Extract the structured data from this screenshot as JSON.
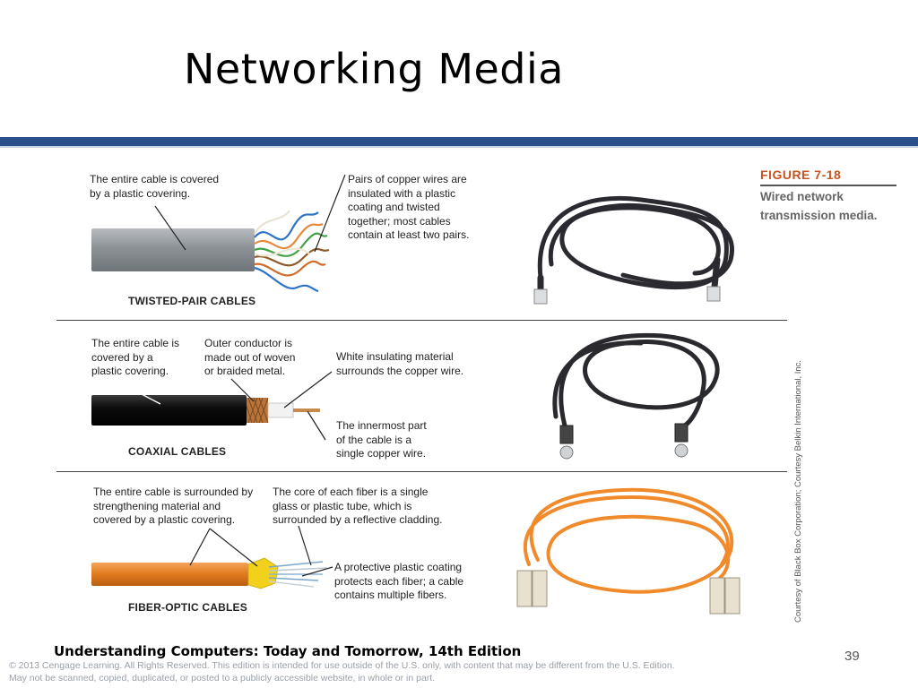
{
  "slide": {
    "title": "Networking Media",
    "page_number": "39",
    "footer_title": "Understanding Computers: Today and Tomorrow, 14th Edition",
    "copyright_line1": "© 2013 Cengage Learning. All Rights Reserved. This edition is intended for use outside of the U.S. only, with content that may be different from the U.S. Edition.",
    "copyright_line2": "May not be scanned, copied, duplicated, or posted to a publicly accessible website, in whole or in part."
  },
  "figure": {
    "number": "FIGURE 7-18",
    "caption_line1": "Wired network",
    "caption_line2": "transmission media.",
    "credit": "Courtesy of Black Box Corporation; Courtesy Belkin International, Inc."
  },
  "twisted_pair": {
    "caption": "TWISTED-PAIR CABLES",
    "label_covering": [
      "The entire cable is covered",
      "by a plastic covering."
    ],
    "label_pairs": [
      "Pairs of copper wires are",
      "insulated with a plastic",
      "coating and twisted",
      "together; most cables",
      "contain at least two pairs."
    ]
  },
  "coaxial": {
    "caption": "COAXIAL CABLES",
    "label_covering": [
      "The entire cable is",
      "covered by a",
      "plastic covering."
    ],
    "label_outer": [
      "Outer conductor is",
      "made out of woven",
      "or braided metal."
    ],
    "label_insulating": [
      "White insulating material",
      "surrounds the copper wire."
    ],
    "label_innermost": [
      "The innermost part",
      "of the cable is a",
      "single copper wire."
    ]
  },
  "fiber": {
    "caption": "FIBER-OPTIC CABLES",
    "label_surrounded": [
      "The entire cable is surrounded by",
      "strengthening material and",
      "covered by a plastic covering."
    ],
    "label_core": [
      "The core of each fiber is a single",
      "glass or plastic tube, which is",
      "surrounded by a reflective cladding."
    ],
    "label_protective": [
      "A protective plastic coating",
      "protects each fiber; a cable",
      "contains multiple fibers."
    ]
  },
  "colors": {
    "header_rule": "#2b4f8a",
    "figure_number": "#c9531f",
    "fiber_cable": "#f08a2a",
    "copper": "#c07a3a"
  }
}
